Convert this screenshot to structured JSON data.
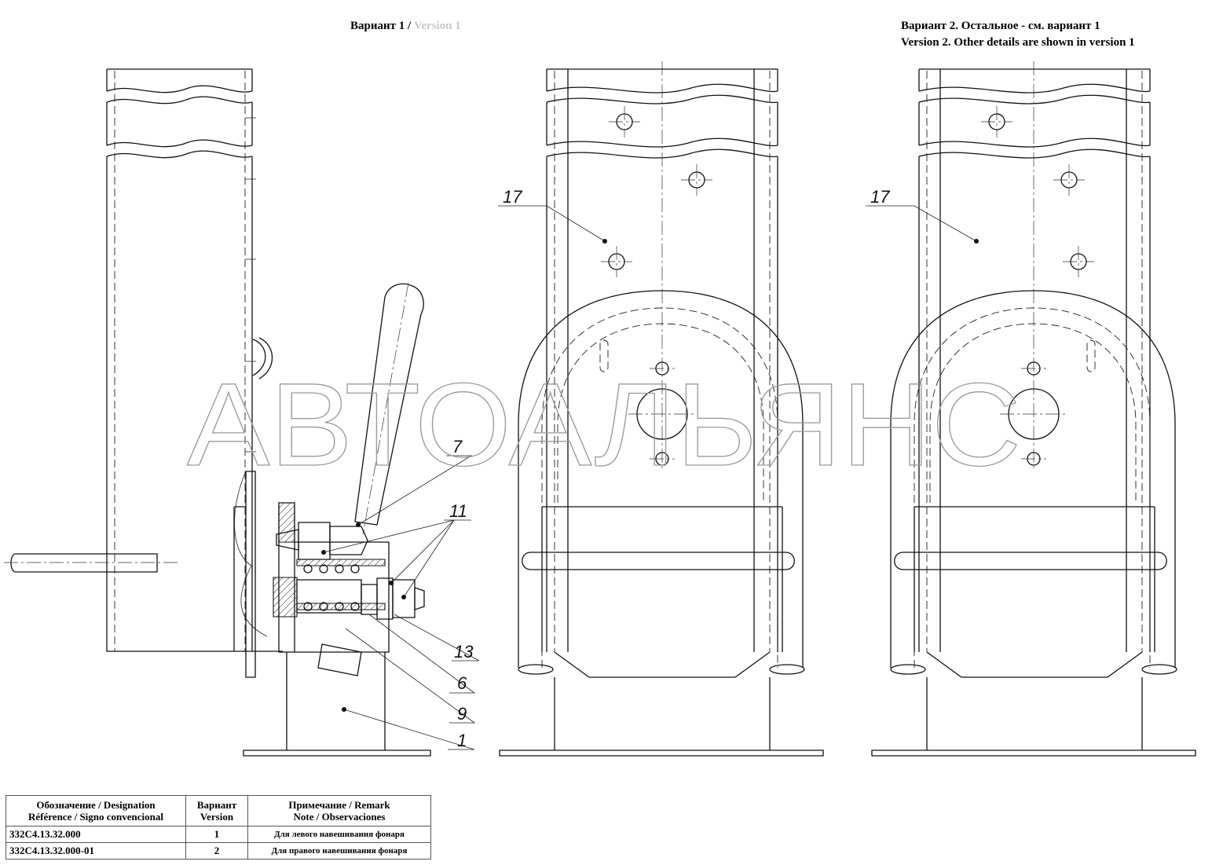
{
  "headers": {
    "variant1": {
      "ru": "Вариант 1 / ",
      "en": "Version 1"
    },
    "variant2": {
      "ru": "Вариант 2. Остальное - см. вариант 1",
      "en": "Version 2. Other details are shown in version 1"
    }
  },
  "watermark": "АВТОАЛЬЯНС",
  "callouts": [
    "17",
    "17",
    "7",
    "11",
    "13",
    "6",
    "9",
    "1"
  ],
  "table": {
    "headers": [
      [
        "Обозначение / Designation",
        "Référence / Signo convencional"
      ],
      [
        "Вариант",
        "Version"
      ],
      [
        "Примечание / Remark",
        "Note / Observaciones"
      ]
    ],
    "rows": [
      [
        "332С4.13.32.000",
        "1",
        "Для левого навешивания фонаря"
      ],
      [
        "332С4.13.32.000-01",
        "2",
        "Для правого навешивания фонаря"
      ]
    ]
  }
}
